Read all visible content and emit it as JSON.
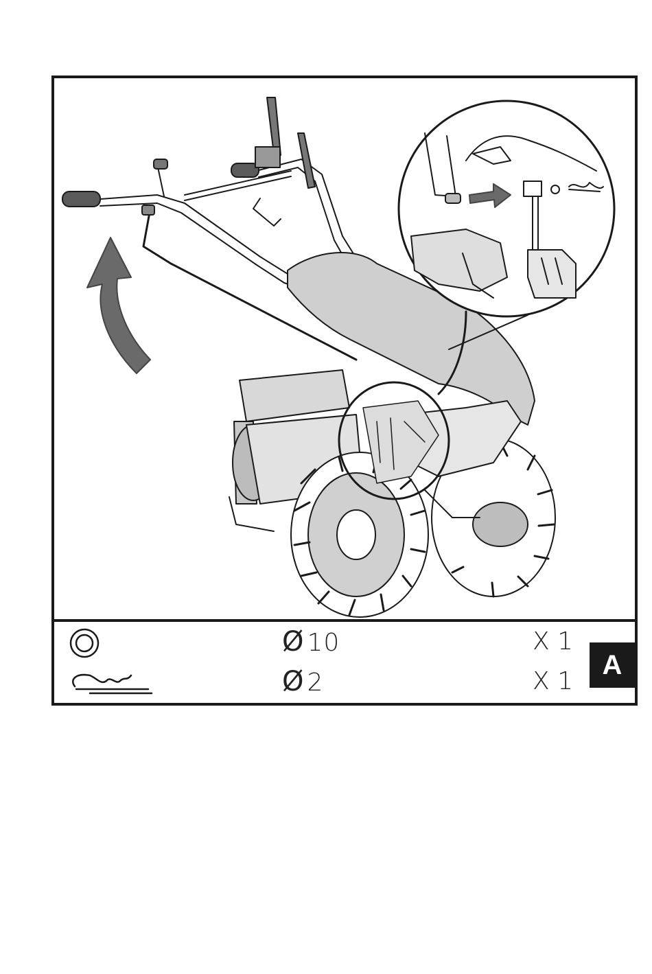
{
  "figure": {
    "label": "A",
    "parts": [
      {
        "icon": "washer-icon",
        "diameter_symbol": "Ø",
        "diameter": "10",
        "quantity": "X 1"
      },
      {
        "icon": "cotter-pin-icon",
        "diameter_symbol": "Ø",
        "diameter": "2",
        "quantity": "X 1"
      }
    ]
  }
}
